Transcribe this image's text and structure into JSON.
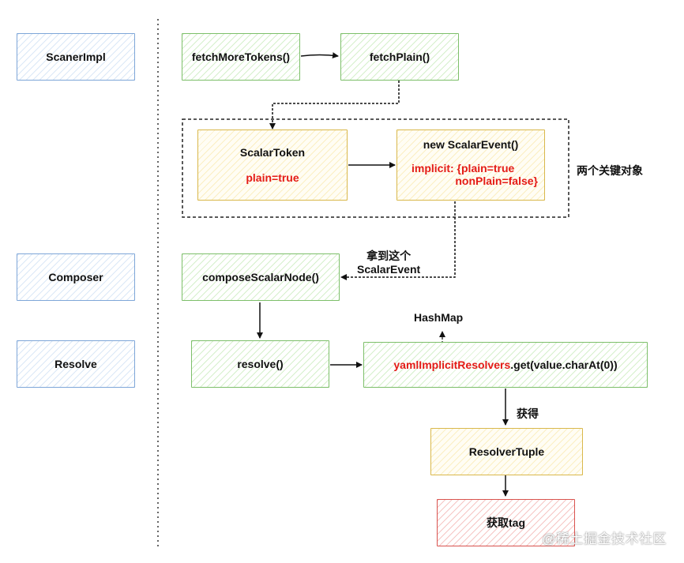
{
  "lanes": {
    "scanner": "ScanerImpl",
    "composer": "Composer",
    "resolve": "Resolve"
  },
  "nodes": {
    "fetch_more_tokens": "fetchMoreTokens()",
    "fetch_plain": "fetchPlain()",
    "scalar_token_title": "ScalarToken",
    "scalar_token_prop": "plain=true",
    "scalar_event_title": "new ScalarEvent()",
    "scalar_event_prop1": "implicit: {plain=true",
    "scalar_event_prop2": "nonPlain=false}",
    "compose_scalar_node": "composeScalarNode()",
    "resolve_call": "resolve()",
    "resolvers_red": "yamlImplicitResolvers",
    "resolvers_rest": ".get(value.charAt(0))",
    "resolver_tuple": "ResolverTuple",
    "get_tag": "获取tag"
  },
  "annotations": {
    "key_objects": "两个关键对象",
    "get_event_line1": "拿到这个",
    "get_event_line2": "ScalarEvent",
    "hashmap": "HashMap",
    "obtain": "获得"
  },
  "watermark": "@稀土掘金技术社区",
  "colors": {
    "blue_border": "#7ea6d8",
    "green_border": "#7dbf6a",
    "yellow_border": "#d9b84c",
    "red_border": "#d9534f",
    "red_text": "#e41b17"
  }
}
